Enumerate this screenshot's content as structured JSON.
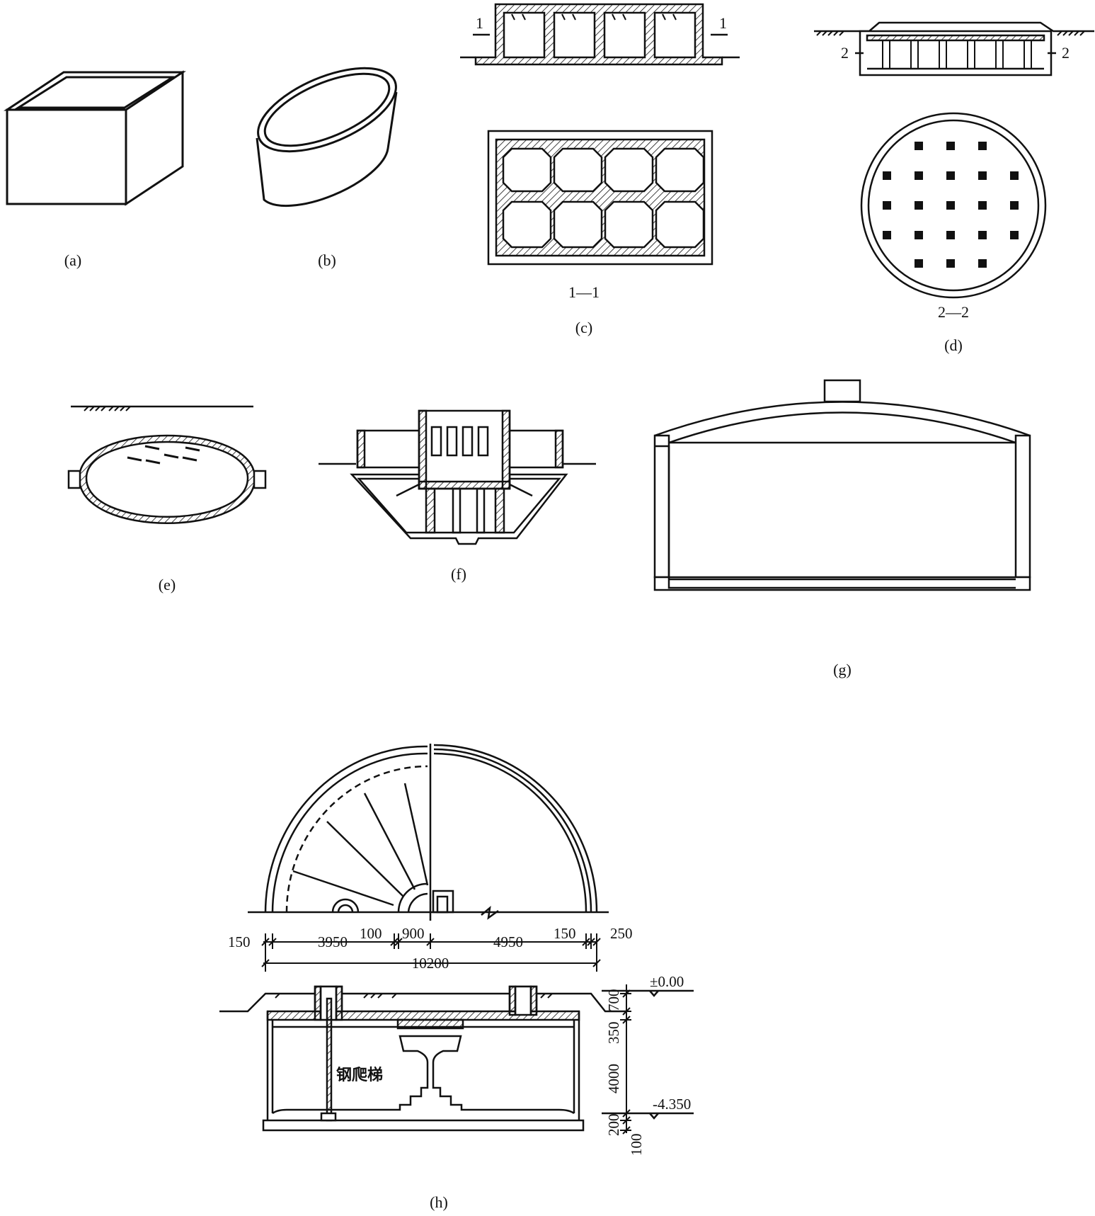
{
  "captions": {
    "a": "(a)",
    "b": "(b)",
    "c": "(c)",
    "d": "(d)",
    "e": "(e)",
    "f": "(f)",
    "g": "(g)",
    "h": "(h)"
  },
  "sections": {
    "c_mark": "1",
    "c_view": "1—1",
    "d_mark": "2",
    "d_view": "2—2"
  },
  "dimensions_plan": {
    "d150_left": "150",
    "d3950": "3950",
    "d100": "100",
    "d900": "900",
    "d4950": "4950",
    "d150_right": "150",
    "d250": "250",
    "d10200": "10200"
  },
  "dimensions_section": {
    "d700": "700",
    "d350": "350",
    "d4000": "4000",
    "d200": "200",
    "d100": "100",
    "elev_top": "±0.00",
    "elev_bottom": "-4.350"
  },
  "labels": {
    "ladder": "钢爬梯"
  }
}
